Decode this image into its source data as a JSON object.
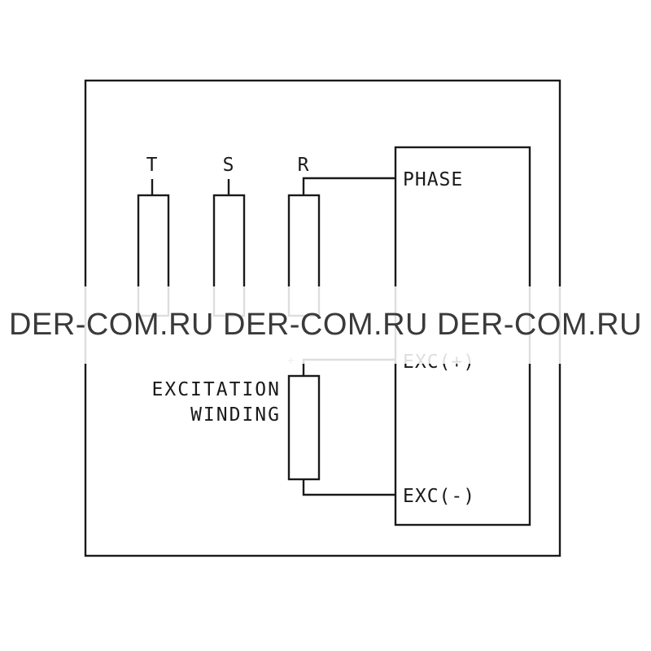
{
  "phases": {
    "t_label": "T",
    "s_label": "S",
    "r_label": "R"
  },
  "terminal_block": {
    "phase_label": "PHASE",
    "exc_plus_label": "EXC(+)",
    "exc_minus_label": "EXC(-)"
  },
  "excitation_winding": {
    "line1": "EXCITATION",
    "line2": "WINDING",
    "polarity_plus": "+"
  },
  "watermark": {
    "text": "DER-COM.RU DER-COM.RU DER-COM.RU"
  },
  "colors": {
    "line": "#1a1a1a",
    "background": "#ffffff",
    "watermark_text": "#3a3a3a"
  }
}
